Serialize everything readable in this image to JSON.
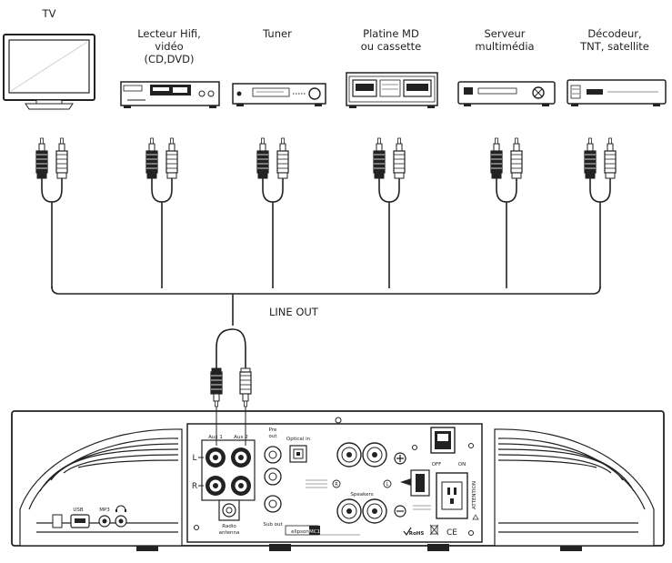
{
  "devices": [
    {
      "id": "tv",
      "label": "TV"
    },
    {
      "id": "hifi",
      "label": "Lecteur Hifi,\nvidéo\n(CD,DVD)"
    },
    {
      "id": "tuner",
      "label": "Tuner"
    },
    {
      "id": "md",
      "label": "Platine MD\nou cassette"
    },
    {
      "id": "server",
      "label": "Serveur\nmultimédia"
    },
    {
      "id": "decoder",
      "label": "Décodeur,\nTNT, satellite"
    }
  ],
  "bus_label": "LINE OUT",
  "panel": {
    "aux1": "Aux 1",
    "aux2": "Aux 2",
    "left": "L",
    "right": "R",
    "pre_out": "Pre\nout",
    "optical_in": "Optical in",
    "radio_antenna": "Radio\nantenna",
    "sub_out": "Sub out",
    "speakers": "Speakers",
    "spk_r": "R",
    "spk_l": "L",
    "off": "OFF",
    "on": "ON",
    "usb": "USB",
    "mp3": "MP3",
    "attention": "ATTENTION",
    "rohs": "RoHS",
    "ce": "CE",
    "brand": "elipson",
    "model": "MC1"
  }
}
